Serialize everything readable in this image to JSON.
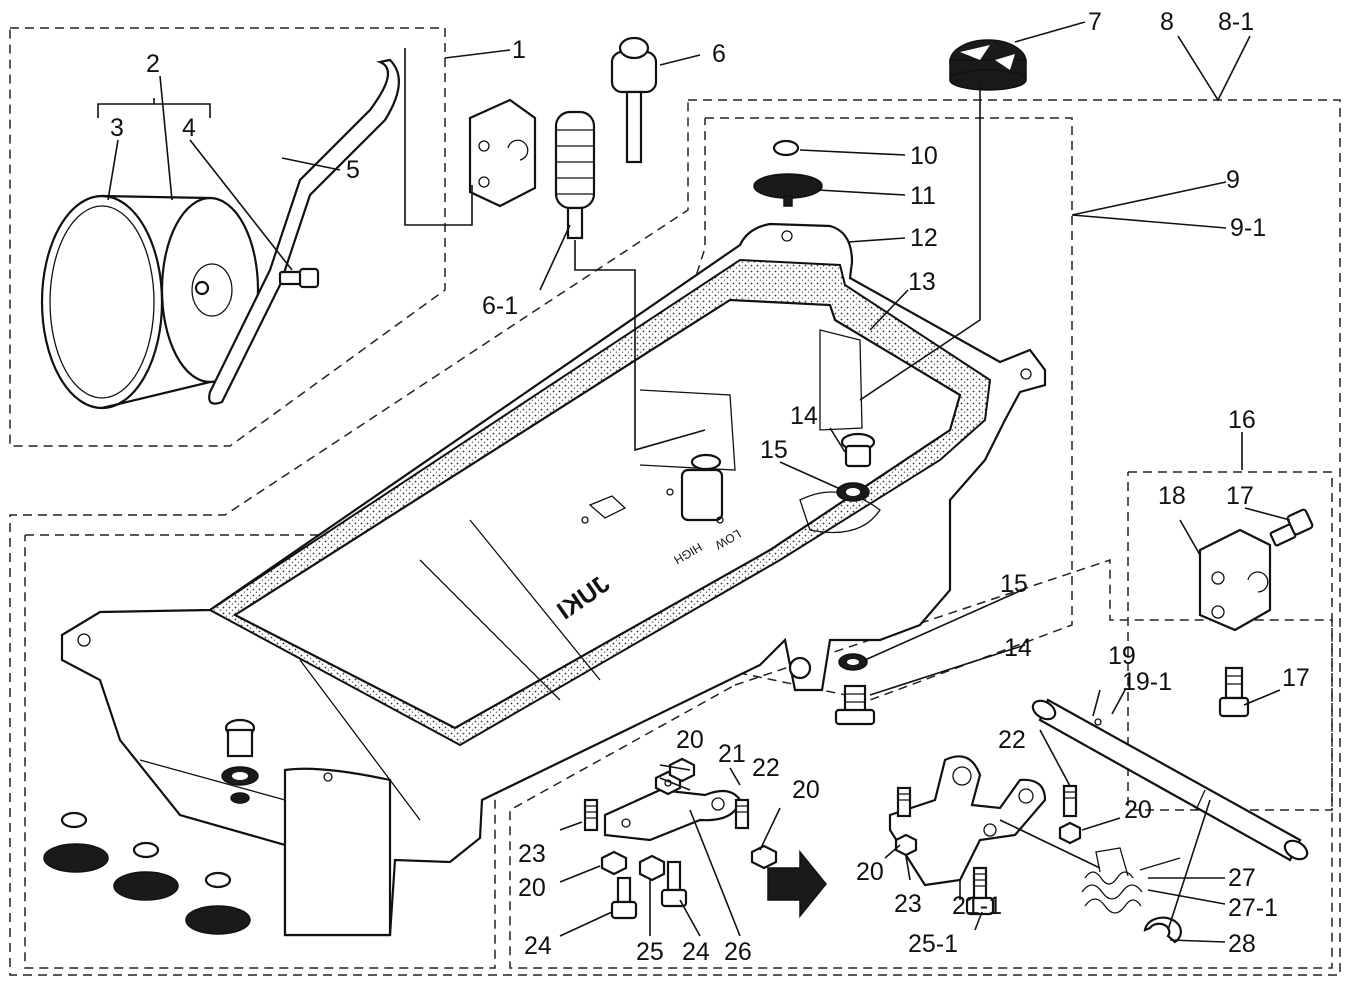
{
  "diagram": {
    "callouts": [
      "1",
      "2",
      "3",
      "4",
      "5",
      "6",
      "6-1",
      "7",
      "8",
      "8-1",
      "9",
      "9-1",
      "10",
      "11",
      "12",
      "13",
      "14",
      "15",
      "16",
      "17",
      "18",
      "19",
      "19-1",
      "20",
      "21",
      "21-1",
      "22",
      "23",
      "24",
      "25",
      "25-1",
      "26",
      "27",
      "27-1",
      "28"
    ],
    "pan_markings": {
      "brand": "JUKI",
      "high": "HIGH",
      "low": "LOW"
    },
    "arrow_icon": "right-arrow-icon",
    "colors": {
      "ink": "#111111",
      "paper": "#ffffff"
    }
  }
}
